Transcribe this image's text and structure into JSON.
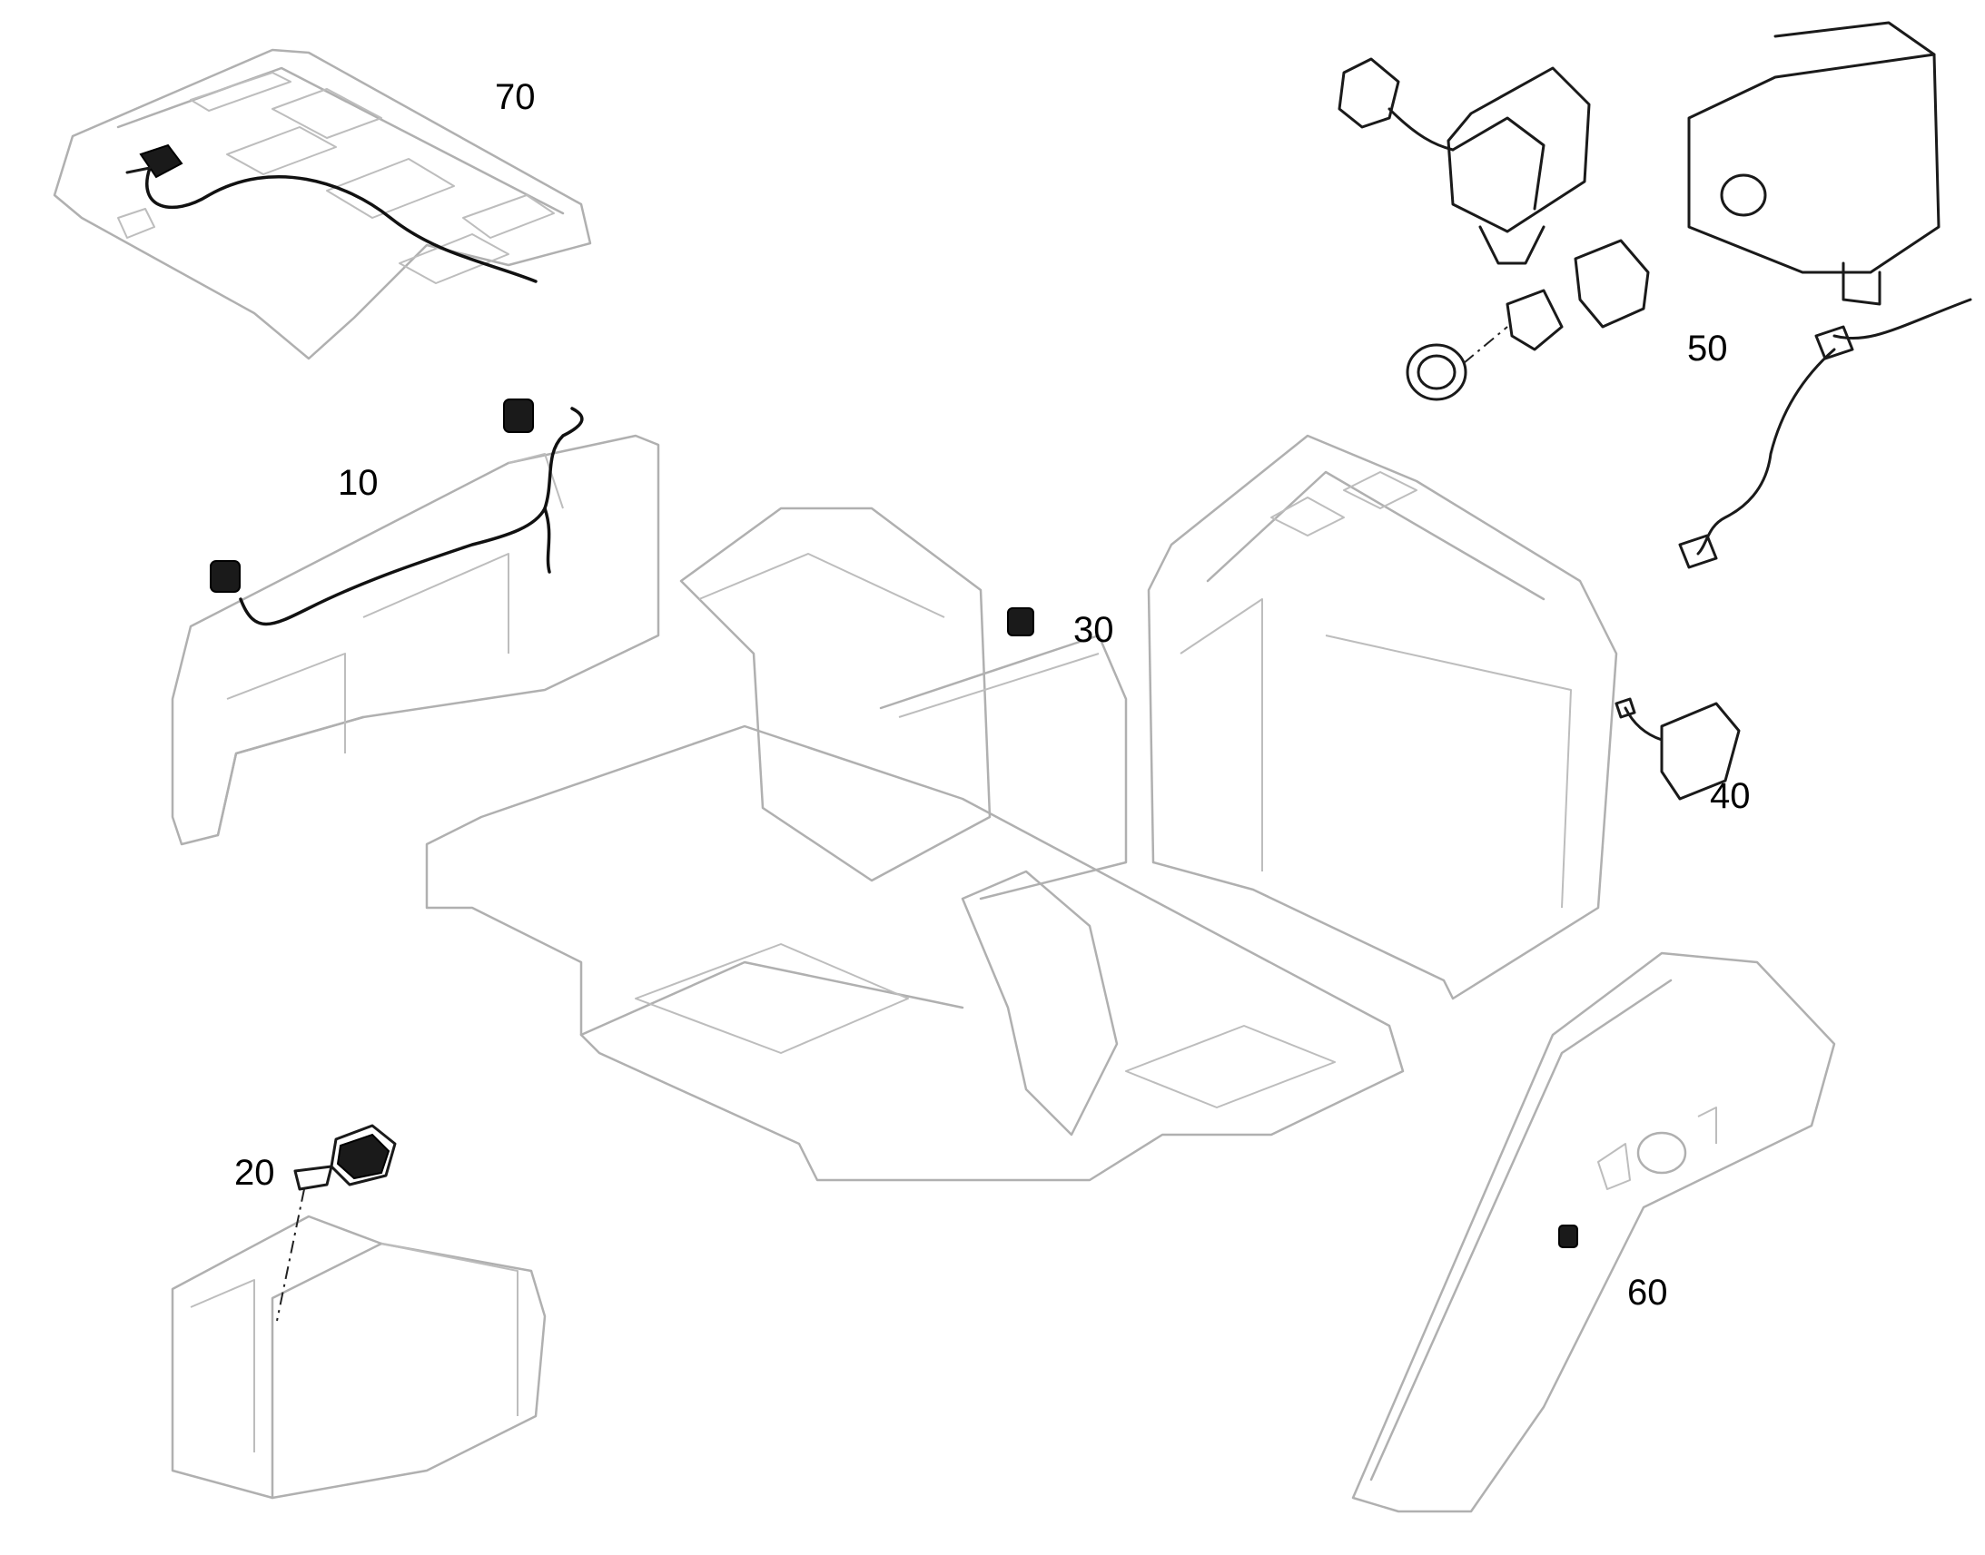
{
  "callouts": {
    "c10": "10",
    "c20": "20",
    "c30": "30",
    "c40": "40",
    "c50": "50",
    "c60": "60",
    "c70": "70"
  },
  "colors": {
    "ghost_lines": "#b0b0b0",
    "parts": "#1a1a1a",
    "background": "#ffffff"
  }
}
